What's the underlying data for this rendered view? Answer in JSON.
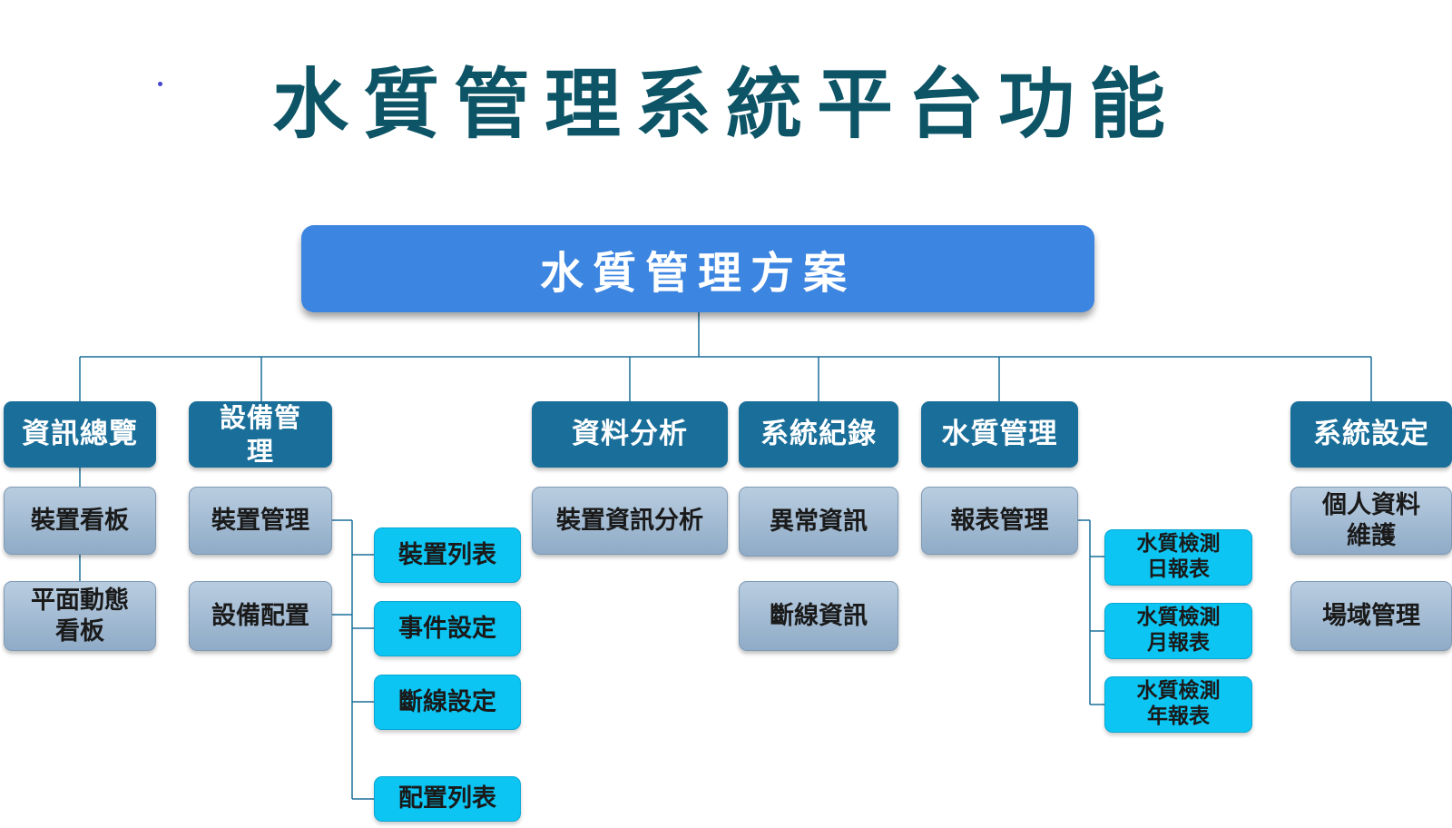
{
  "title": "水質管理系統平台功能",
  "root": "水質管理方案",
  "categories": {
    "overview": "資訊總覽",
    "device": "設備管\n理",
    "analysis": "資料分析",
    "records": "系統紀錄",
    "quality": "水質管理",
    "settings": "系統設定"
  },
  "subs": {
    "device_dashboard": "裝置看板",
    "floor_dashboard": "平面動態\n看板",
    "device_mgmt": "裝置管理",
    "device_config": "設備配置",
    "device_info_analysis": "裝置資訊分析",
    "abnormal_info": "異常資訊",
    "disconnect_info": "斷線資訊",
    "report_mgmt": "報表管理",
    "personal_info": "個人資料\n維護",
    "site_mgmt": "場域管理"
  },
  "leaves": {
    "device_list": "裝置列表",
    "event_settings": "事件設定",
    "disconnect_settings": "斷線設定",
    "config_list": "配置列表",
    "daily_report": "水質檢測\n日報表",
    "monthly_report": "水質檢測\n月報表",
    "yearly_report": "水質檢測\n年報表"
  },
  "colors": {
    "title": "#0d5566",
    "root": "#3c85e0",
    "category": "#1a6f9a",
    "sub": "#a5bdd5",
    "leaf": "#0cc5f2",
    "line": "#1a6f9a"
  }
}
